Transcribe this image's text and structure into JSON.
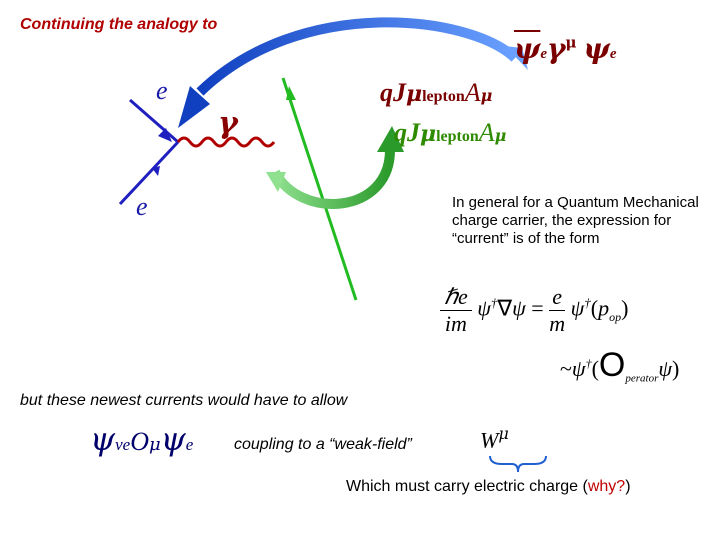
{
  "heading": "Continuing the analogy to",
  "top_current": {
    "psi_bar": "ψ",
    "sub1": "e",
    "gamma": "γ",
    "mu": "μ",
    "psi": "ψ",
    "sub2": "e"
  },
  "labels": {
    "e_top": "e",
    "e_bottom": "e",
    "gamma": "γ"
  },
  "current1": {
    "q": "q",
    "J": "J",
    "mu": "μ",
    "sub": "lepton",
    "A": "A",
    "A_mu": "μ"
  },
  "current2": {
    "q": "q",
    "J": "J",
    "mu": "μ",
    "sub": "lepton",
    "A": "A",
    "A_mu": "μ"
  },
  "paragraph": "In general for a Quantum Mechanical charge carrier, the expression for “current” is of the form",
  "formula1": {
    "lhs": "e",
    "denom": "im",
    "psi_dag": "ψ",
    "dagger": "†",
    "nabla": "∇",
    "psi": "ψ",
    "eq": "=",
    "rhs_num": "e",
    "rhs_den": "m",
    "p": "p",
    "op": "op"
  },
  "formula2": {
    "tilde": "~",
    "psi": "ψ",
    "dagger": "†",
    "O": "O",
    "sub": "perator",
    "psi2": "ψ"
  },
  "bottom_text": "but these newest currents would have to allow",
  "weak_current": {
    "psi1": "ψ",
    "sub1": "νe",
    "O": "O",
    "mu": "μ",
    "psi2": "ψ",
    "sub2": "e"
  },
  "coupling_text": "coupling to a “weak-field”",
  "W": {
    "letter": "W",
    "mu": "μ"
  },
  "question": {
    "text": "Which must carry electric charge (",
    "why": "why?",
    "close": ")"
  },
  "colors": {
    "blue_arrow": "#1e6fd8",
    "green_arrow": "#3ab83a",
    "green_line": "#22bb22",
    "blue_line": "#2020c0",
    "photon": "#b00000"
  }
}
